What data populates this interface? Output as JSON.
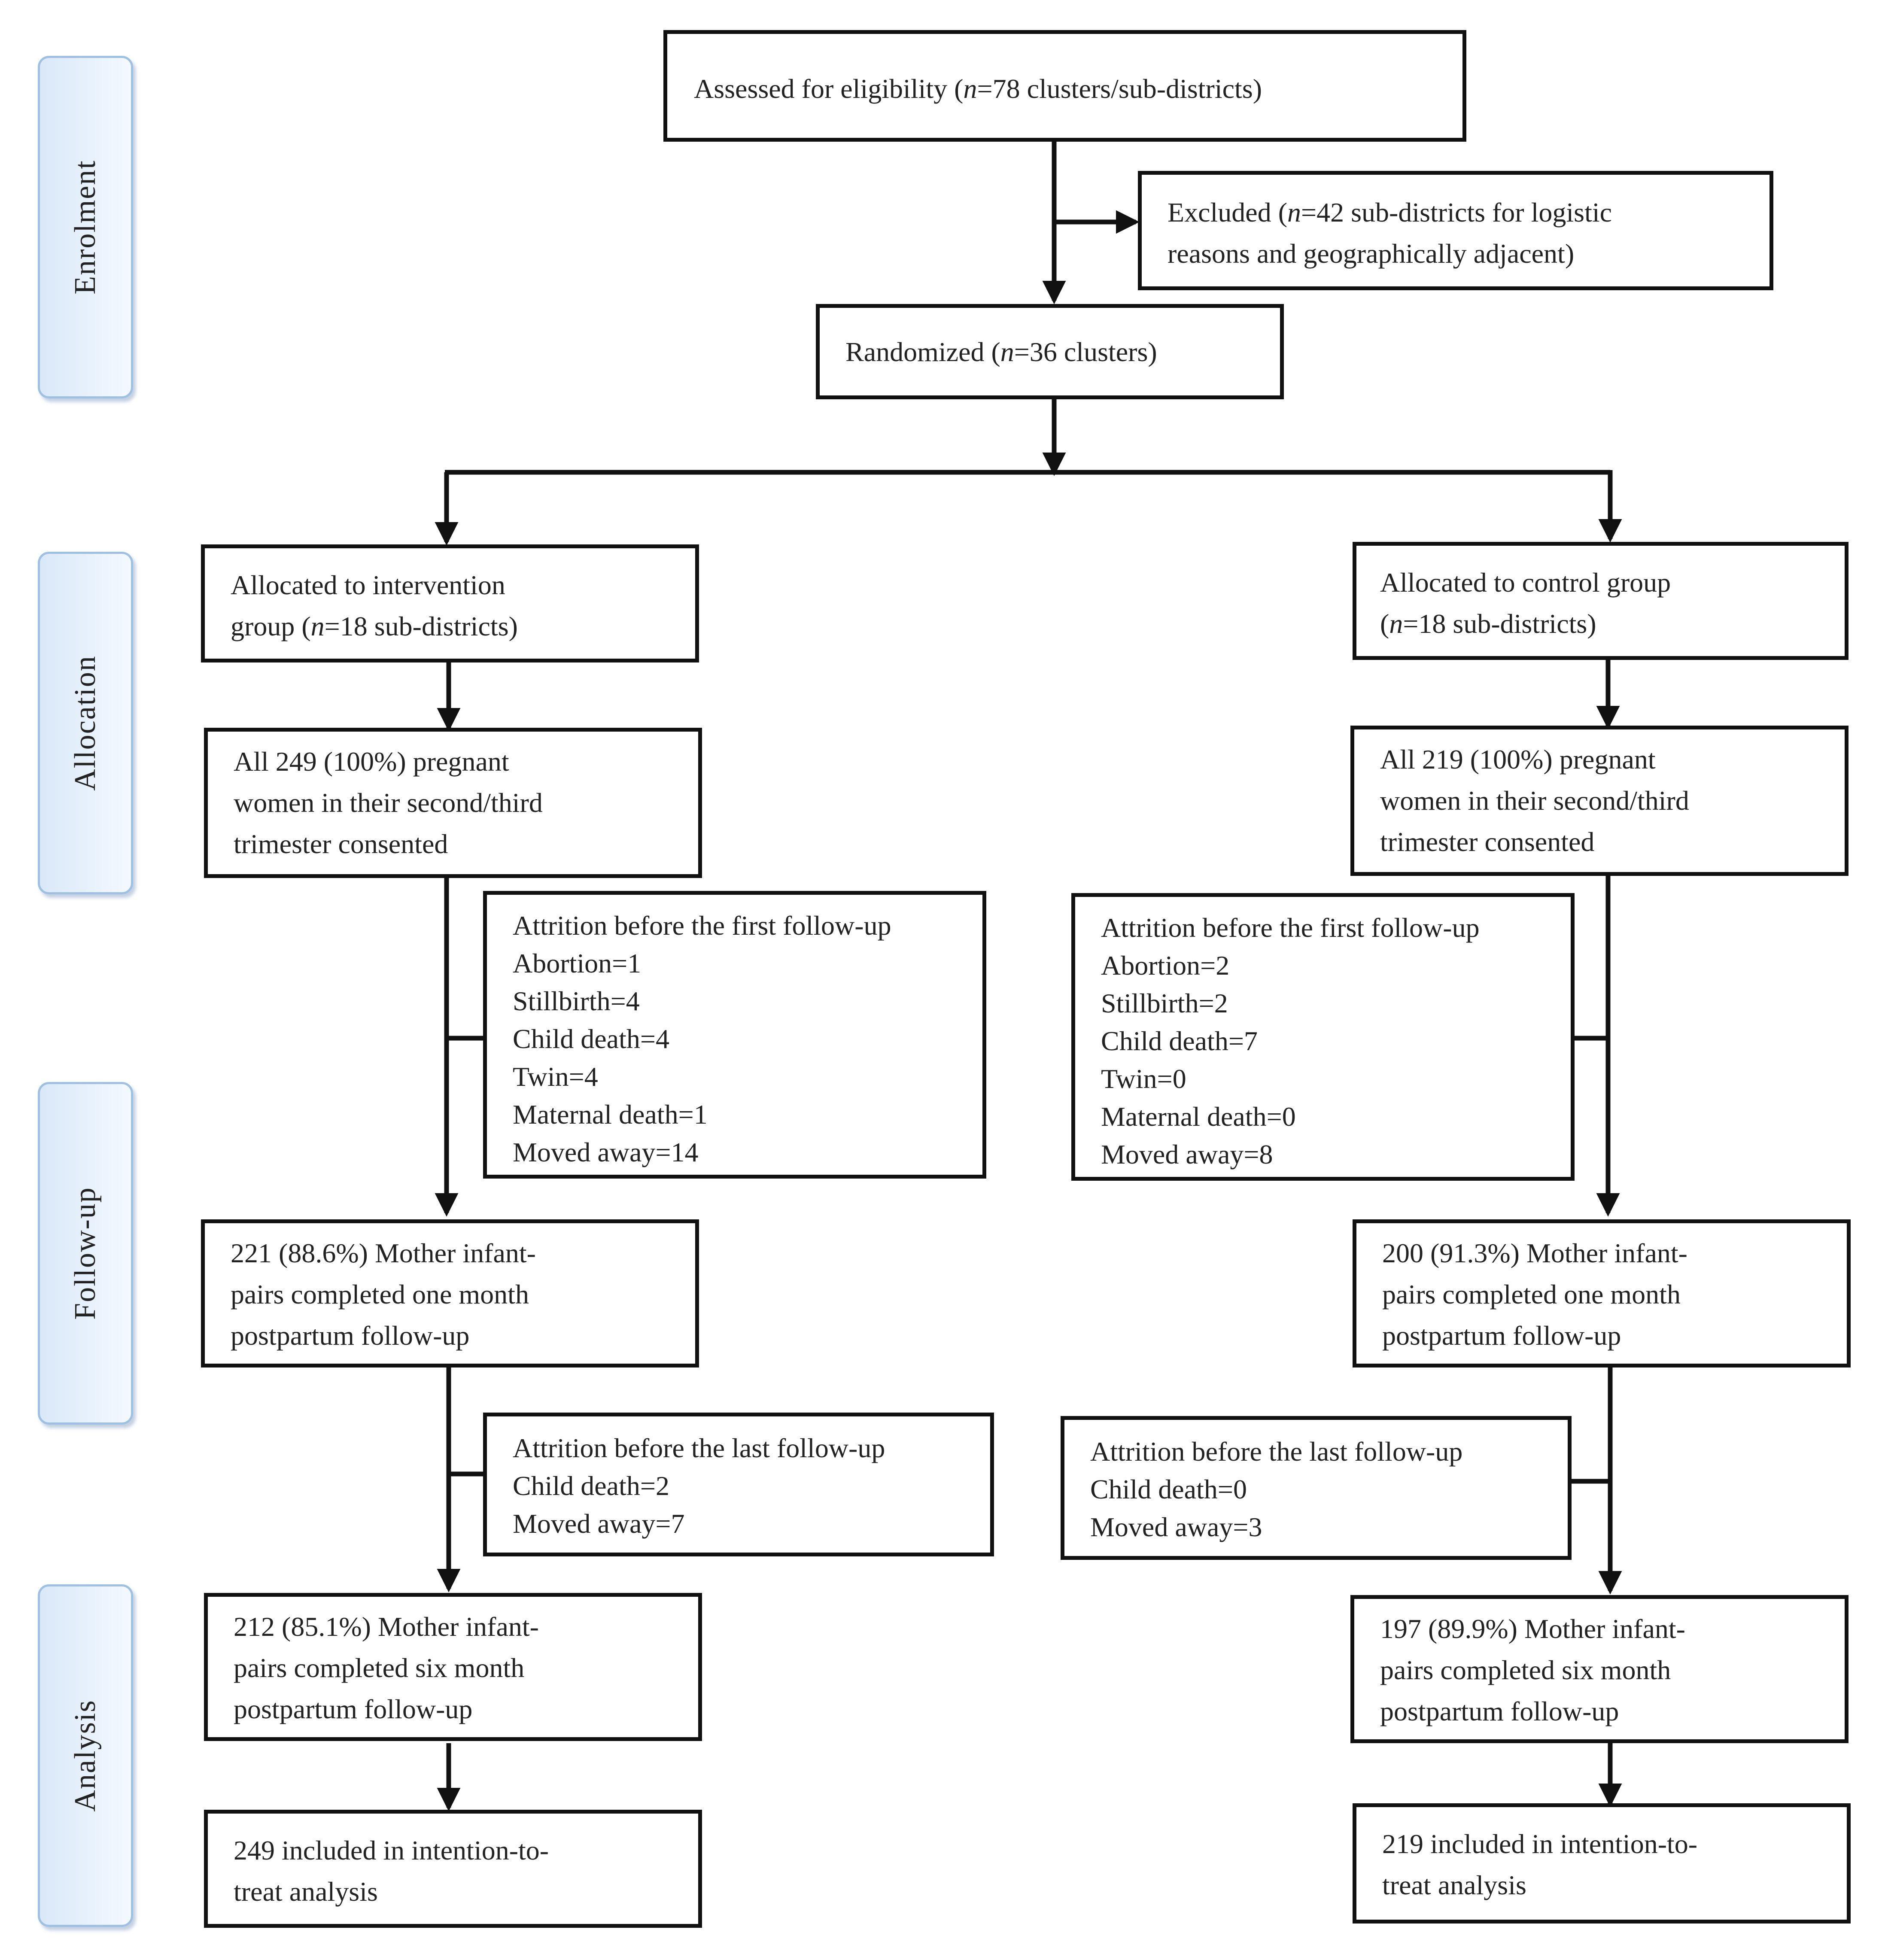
{
  "stages": {
    "enrolment": "Enrolment",
    "allocation": "Allocation",
    "follow_up": "Follow-up",
    "analysis": "Analysis"
  },
  "assessed": {
    "pre": "Assessed for eligibility (",
    "n": "n",
    "post": "=78 clusters/sub-districts)"
  },
  "excluded": {
    "line1_pre": "Excluded (",
    "n": "n",
    "line1_post": "=42 sub-districts for logistic",
    "line2": "reasons and geographically adjacent)"
  },
  "randomized": {
    "pre": "Randomized (",
    "n": "n",
    "post": "=36 clusters)"
  },
  "intervention": {
    "allocated": {
      "line1": "Allocated to intervention",
      "line2_pre": "group (",
      "n": "n",
      "line2_post": "=18 sub-districts)"
    },
    "consented": [
      "All 249 (100%) pregnant",
      "women in their second/third",
      "trimester consented"
    ],
    "attrition_first": [
      "Attrition before the first follow-up",
      "Abortion=1",
      "Stillbirth=4",
      "Child death=4",
      "Twin=4",
      "Maternal death=1",
      "Moved away=14"
    ],
    "one_month": [
      "221 (88.6%) Mother infant-",
      "pairs completed one month",
      "postpartum follow-up"
    ],
    "attrition_last": [
      "Attrition before the last follow-up",
      "Child death=2",
      "Moved away=7"
    ],
    "six_month": [
      "212 (85.1%) Mother infant-",
      "pairs completed six month",
      "postpartum follow-up"
    ],
    "itt": [
      "249 included in intention-to-",
      "treat analysis"
    ]
  },
  "control": {
    "allocated": {
      "line1": "Allocated to control group",
      "line2_pre": "(",
      "n": "n",
      "line2_post": "=18 sub-districts)"
    },
    "consented": [
      "All 219 (100%) pregnant",
      "women in their second/third",
      "trimester consented"
    ],
    "attrition_first": [
      "Attrition before the first follow-up",
      "Abortion=2",
      "Stillbirth=2",
      "Child death=7",
      "Twin=0",
      "Maternal death=0",
      "Moved away=8"
    ],
    "one_month": [
      "200 (91.3%) Mother infant-",
      "pairs completed one month",
      "postpartum follow-up"
    ],
    "attrition_last": [
      "Attrition before the last follow-up",
      "Child death=0",
      "Moved away=3"
    ],
    "six_month": [
      "197 (89.9%) Mother infant-",
      "pairs completed six month",
      "postpartum follow-up"
    ],
    "itt": [
      "219 included in intention-to-",
      "treat analysis"
    ]
  }
}
